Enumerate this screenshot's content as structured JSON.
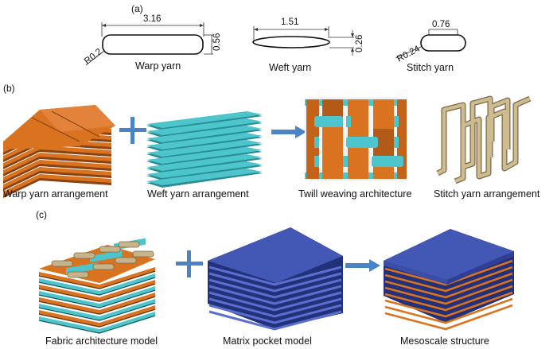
{
  "figure": {
    "panels": [
      {
        "id": "a",
        "label": "(a)"
      },
      {
        "id": "b",
        "label": "(b)"
      },
      {
        "id": "c",
        "label": "(c)"
      }
    ],
    "cross_sections": {
      "warp": {
        "name": "Warp yarn",
        "width": "3.16",
        "height": "0.56",
        "radius": "R0.2"
      },
      "weft": {
        "name": "Weft yarn",
        "width": "1.51",
        "height": "0.26"
      },
      "stitch": {
        "name": "Stitch yarn",
        "width": "0.76",
        "radius": "R0.24"
      }
    },
    "row_b": {
      "items": [
        {
          "caption": "Warp yarn arrangement"
        },
        {
          "caption": "Weft yarn arrangement"
        },
        {
          "caption": "Twill weaving architecture"
        },
        {
          "caption": "Stitch yarn arrangement"
        }
      ],
      "operators": [
        "+",
        "→"
      ]
    },
    "row_c": {
      "items": [
        {
          "caption": "Fabric architecture model"
        },
        {
          "caption": "Matrix pocket model"
        },
        {
          "caption": "Mesoscale structure"
        }
      ],
      "operators": [
        "+",
        "→"
      ]
    },
    "colors": {
      "warp": "#d9731f",
      "warp_dark": "#8a4210",
      "weft": "#4cc6cc",
      "weft_dark": "#2a8c92",
      "stitch": "#c8b48a",
      "stitch_dark": "#7d6a45",
      "matrix": "#4357b5",
      "matrix_dark": "#23307a",
      "operator": "#4a84c4"
    }
  }
}
